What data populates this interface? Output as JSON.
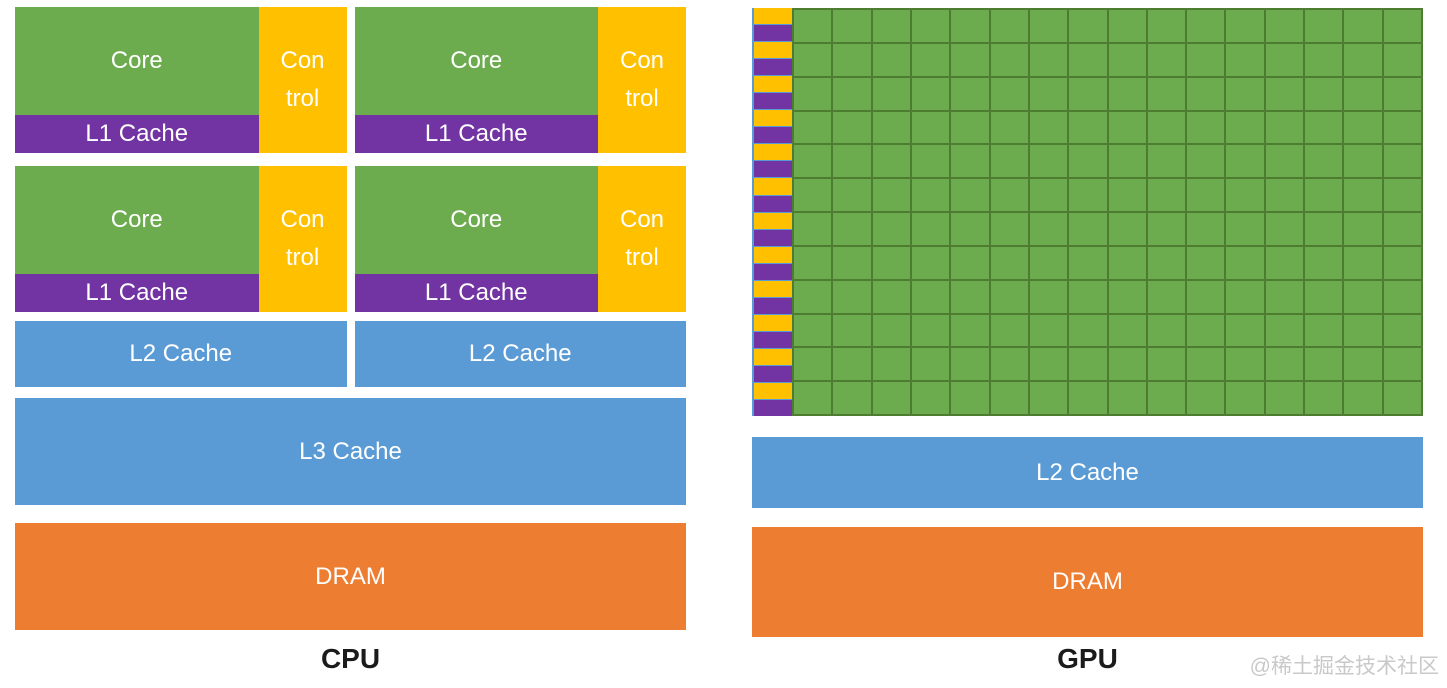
{
  "colors": {
    "core_green": "#6CAB4E",
    "grid_line_green": "#4E7C31",
    "control_gold": "#FFC000",
    "l1_purple": "#7233A3",
    "cache_blue": "#5B9BD5",
    "dram_orange": "#ED7D31"
  },
  "cpu": {
    "label": "CPU",
    "core_count": 4,
    "core_label": "Core",
    "control_label": "Control",
    "control_lines": {
      "0": "Con",
      "1": "trol"
    },
    "l1_label": "L1 Cache",
    "l2_count": 2,
    "l2_label": "L2 Cache",
    "l3_label": "L3 Cache",
    "dram_label": "DRAM"
  },
  "gpu": {
    "label": "GPU",
    "stripe_pairs": 12,
    "grid": {
      "rows": 12,
      "cols": 16
    },
    "l2_label": "L2 Cache",
    "dram_label": "DRAM"
  },
  "watermark": "@稀土掘金技术社区"
}
